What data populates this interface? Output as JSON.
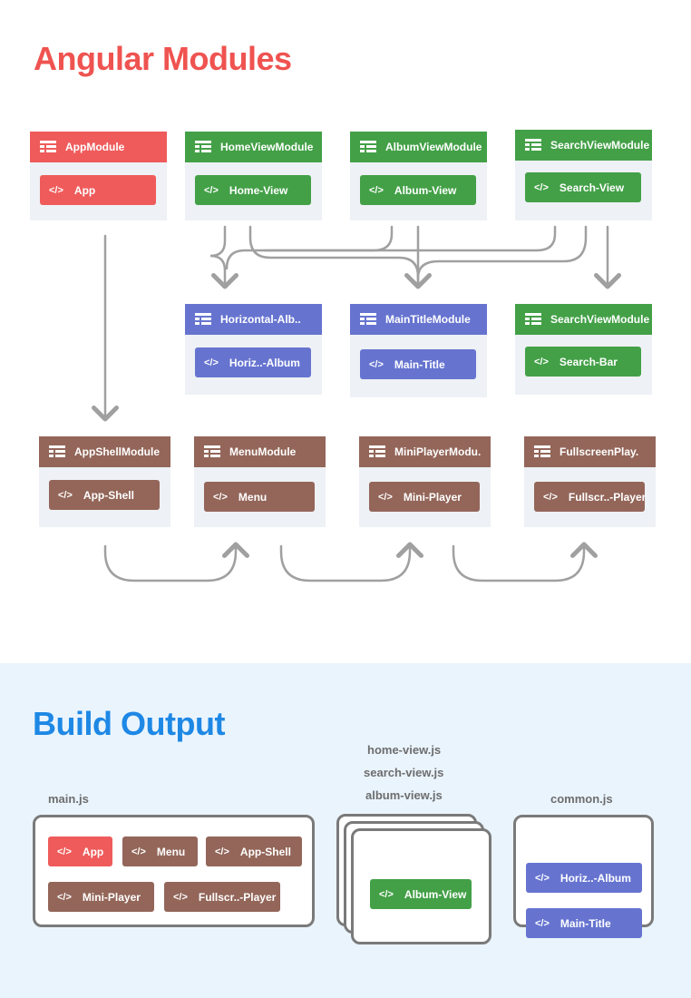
{
  "angular_title": "Angular Modules",
  "build_title": "Build Output",
  "colors": {
    "red": "#ef5b5b",
    "green": "#43a047",
    "blue": "#6674d0",
    "brown": "#936659",
    "module_bg": "#eef1f5",
    "arrow": "#a0a0a0",
    "title_red": "#ef5350",
    "title_blue": "#1e88e5",
    "build_bg": "#eaf4fd"
  },
  "icons": {
    "module": "module-grid-icon",
    "component": "code-icon"
  },
  "code_glyph": "</>",
  "modules": [
    {
      "name": "AppModule",
      "component": "App",
      "color": "red"
    },
    {
      "name": "HomeViewModule",
      "component": "Home-View",
      "color": "green"
    },
    {
      "name": "AlbumViewModule",
      "component": "Album-View",
      "color": "green"
    },
    {
      "name": "SearchViewModule",
      "component": "Search-View",
      "color": "green"
    },
    {
      "name": "Horizontal-Alb..",
      "component": "Horiz..-Album",
      "color": "blue"
    },
    {
      "name": "MainTitleModule",
      "component": "Main-Title",
      "color": "blue"
    },
    {
      "name": "SearchViewModule",
      "component": "Search-Bar",
      "color": "green"
    },
    {
      "name": "AppShellModule",
      "component": "App-Shell",
      "color": "brown"
    },
    {
      "name": "MenuModule",
      "component": "Menu",
      "color": "brown"
    },
    {
      "name": "MiniPlayerModu.",
      "component": "Mini-Player",
      "color": "brown"
    },
    {
      "name": "FullscreenPlay.",
      "component": "Fullscr..-Player",
      "color": "brown"
    }
  ],
  "bundles": {
    "main": {
      "label": "main.js",
      "components": [
        {
          "name": "App",
          "color": "red"
        },
        {
          "name": "Menu",
          "color": "brown"
        },
        {
          "name": "App-Shell",
          "color": "brown"
        },
        {
          "name": "Mini-Player",
          "color": "brown"
        },
        {
          "name": "Fullscr..-Player",
          "color": "brown"
        }
      ]
    },
    "lazy": {
      "labels": [
        "home-view.js",
        "search-view.js",
        "album-view.js"
      ],
      "components": [
        {
          "name": "Album-View",
          "color": "green"
        }
      ]
    },
    "common": {
      "label": "common.js",
      "components": [
        {
          "name": "Horiz..-Album",
          "color": "blue"
        },
        {
          "name": "Main-Title",
          "color": "blue"
        }
      ]
    }
  }
}
